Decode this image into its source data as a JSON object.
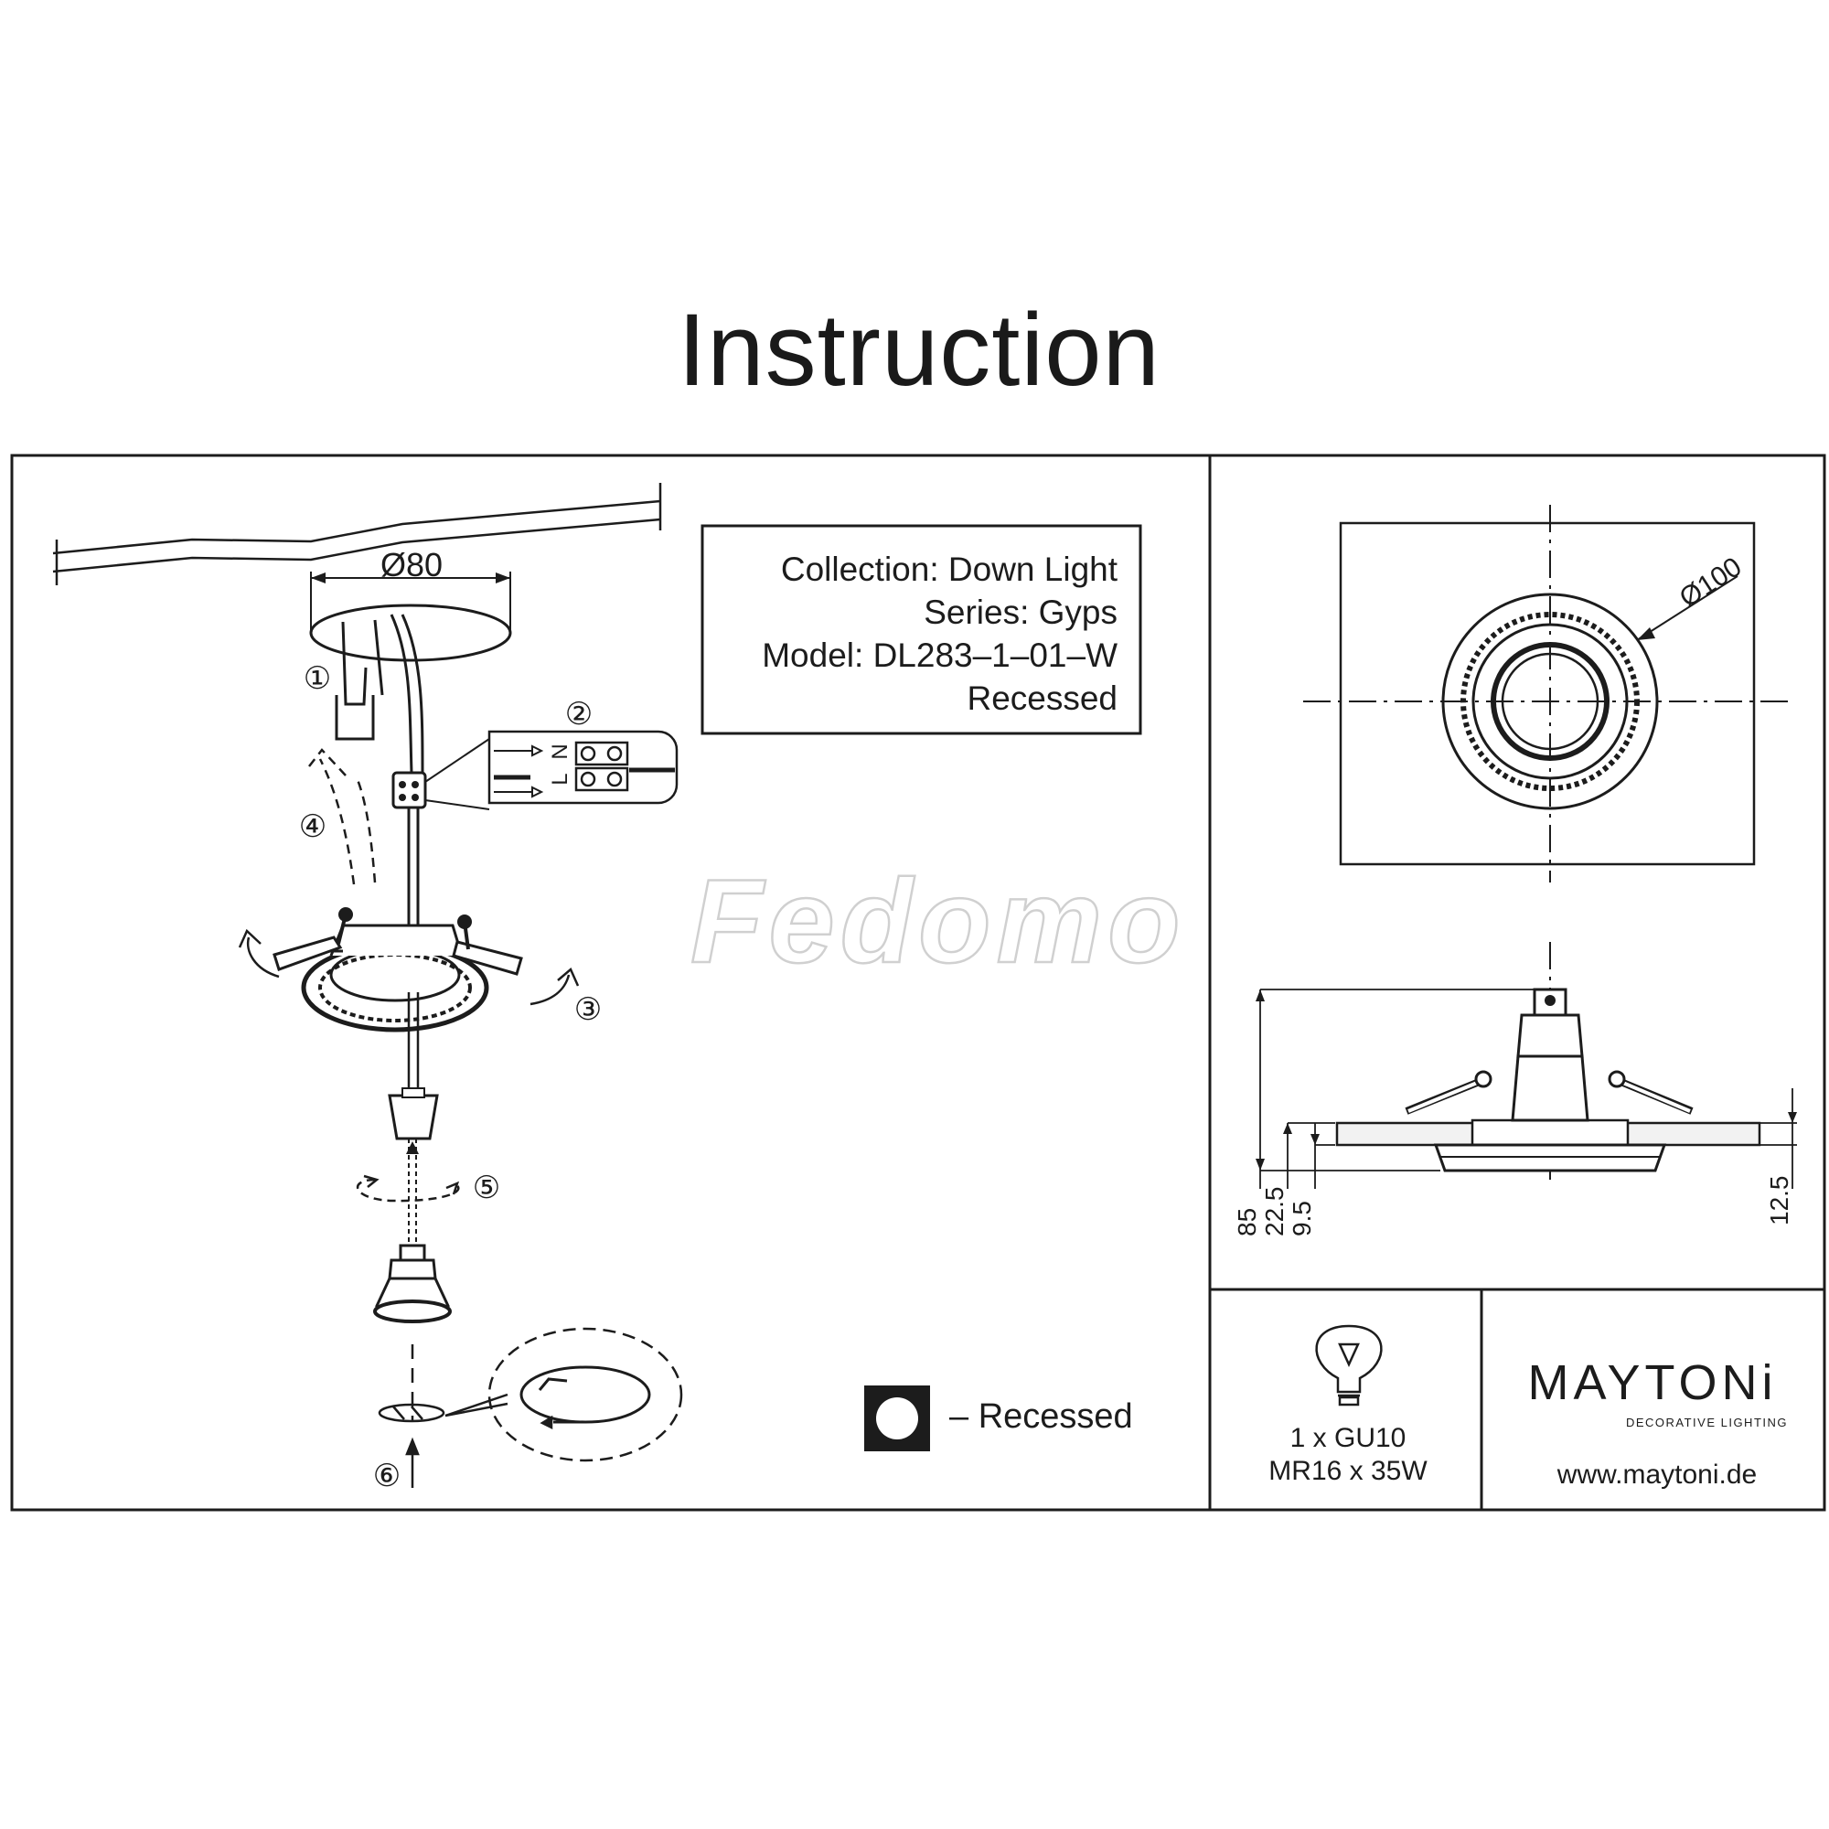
{
  "title": "Instruction",
  "info_box": {
    "collection": "Collection: Down Light",
    "series": "Series: Gyps",
    "model": "Model: DL283–1–01–W",
    "type": "Recessed"
  },
  "steps": [
    "①",
    "②",
    "③",
    "④",
    "⑤",
    "⑥"
  ],
  "cutout_diameter": "Ø80",
  "terminal_labels": {
    "neutral": "N",
    "live": "L"
  },
  "watermark": "Fedomo",
  "legend": {
    "label": "– Recessed"
  },
  "top_view_diameter": "Ø100",
  "side_dims": {
    "total_height": "85",
    "d1": "22.5",
    "d2": "9.5",
    "d3": "12.5"
  },
  "lamp_spec": {
    "line1": "1 x GU10",
    "line2": "MR16 x 35W"
  },
  "brand": {
    "name": "MAYTONi",
    "tagline": "DECORATIVE LIGHTING",
    "url": "www.maytoni.de"
  },
  "icons": [
    "bulb-icon",
    "recessed-square-icon",
    "connector-block-icon"
  ]
}
